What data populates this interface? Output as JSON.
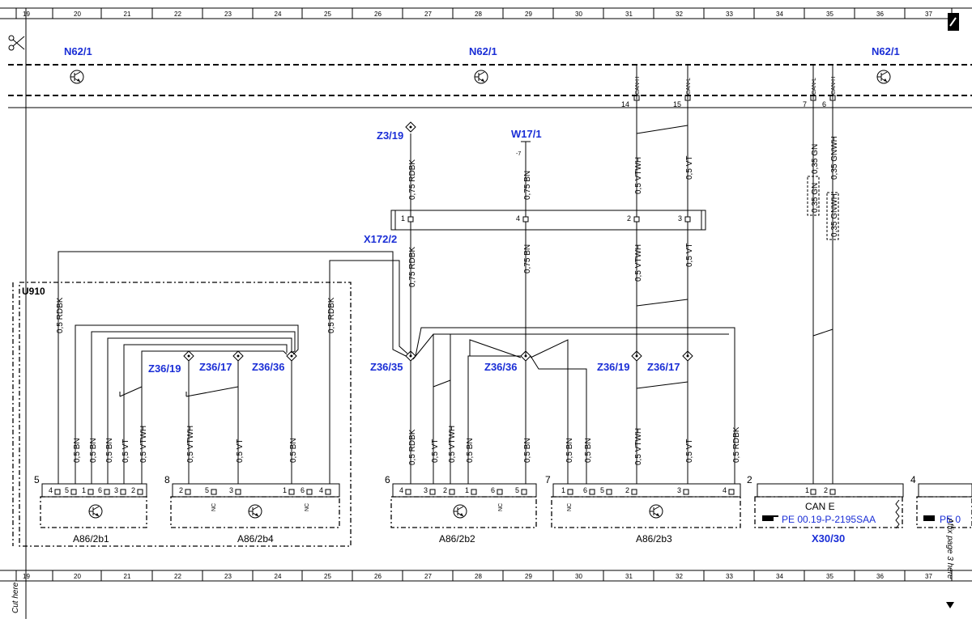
{
  "ruler": {
    "numbers": [
      "19",
      "20",
      "21",
      "22",
      "23",
      "24",
      "25",
      "26",
      "27",
      "28",
      "29",
      "30",
      "31",
      "32",
      "33",
      "34",
      "35",
      "36",
      "37"
    ]
  },
  "cut_label": "Cut here",
  "affix_label": "Affix page 3 here",
  "top_refs": [
    "N62/1",
    "N62/1",
    "N62/1"
  ],
  "can_labels": {
    "can_h_a": "CAN-H",
    "can_l_a": "CAN-L",
    "can_l_b": "CAN-L",
    "can_h_b": "CAN-H"
  },
  "can_pins": {
    "p14": "14",
    "p15": "15",
    "p7": "7",
    "p6": "6"
  },
  "labels": {
    "z3_19": "Z3/19",
    "w17_1": "W17/1",
    "w17_pin": "-7",
    "x172_2": "X172/2",
    "u910": "U910",
    "z36_19_a": "Z36/19",
    "z36_17_a": "Z36/17",
    "z36_36_a": "Z36/36",
    "z36_35": "Z36/35",
    "z36_36_b": "Z36/36",
    "z36_19_b": "Z36/19",
    "z36_17_b": "Z36/17",
    "x30_30": "X30/30",
    "can_e": "CAN E",
    "pe_ref": "PE 00.19-P-2195SAA",
    "pe_ref2": "PE 0"
  },
  "connector_pins": {
    "c1": "1",
    "c4": "4",
    "c2": "2",
    "c3": "3"
  },
  "wires": {
    "rdbk075": "0,75 RDBK",
    "bn075": "0,75 BN",
    "vtwh05": "0,5 VTWH",
    "vt05": "0,5 VT",
    "gn035": "0,35 GN",
    "gnwh035": "0,35 GNWH",
    "rdbk05": "0,5 RDBK",
    "bn05": "0,5 BN"
  },
  "components": [
    {
      "name": "A86/2b1",
      "num": "5",
      "pins": [
        "4",
        "5",
        "1",
        "6",
        "3",
        "2"
      ]
    },
    {
      "name": "A86/2b4",
      "num": "8",
      "pins": [
        "2",
        "5",
        "3",
        "1",
        "6",
        "4"
      ]
    },
    {
      "name": "A86/2b2",
      "num": "6",
      "pins": [
        "4",
        "3",
        "2",
        "1",
        "6",
        "5"
      ]
    },
    {
      "name": "A86/2b3",
      "num": "7",
      "pins": [
        "1",
        "6",
        "5",
        "2",
        "3",
        "4"
      ]
    }
  ],
  "x30_num": "2",
  "x30_pins": [
    "1",
    "2"
  ],
  "right_num": "4",
  "nc": "NC"
}
